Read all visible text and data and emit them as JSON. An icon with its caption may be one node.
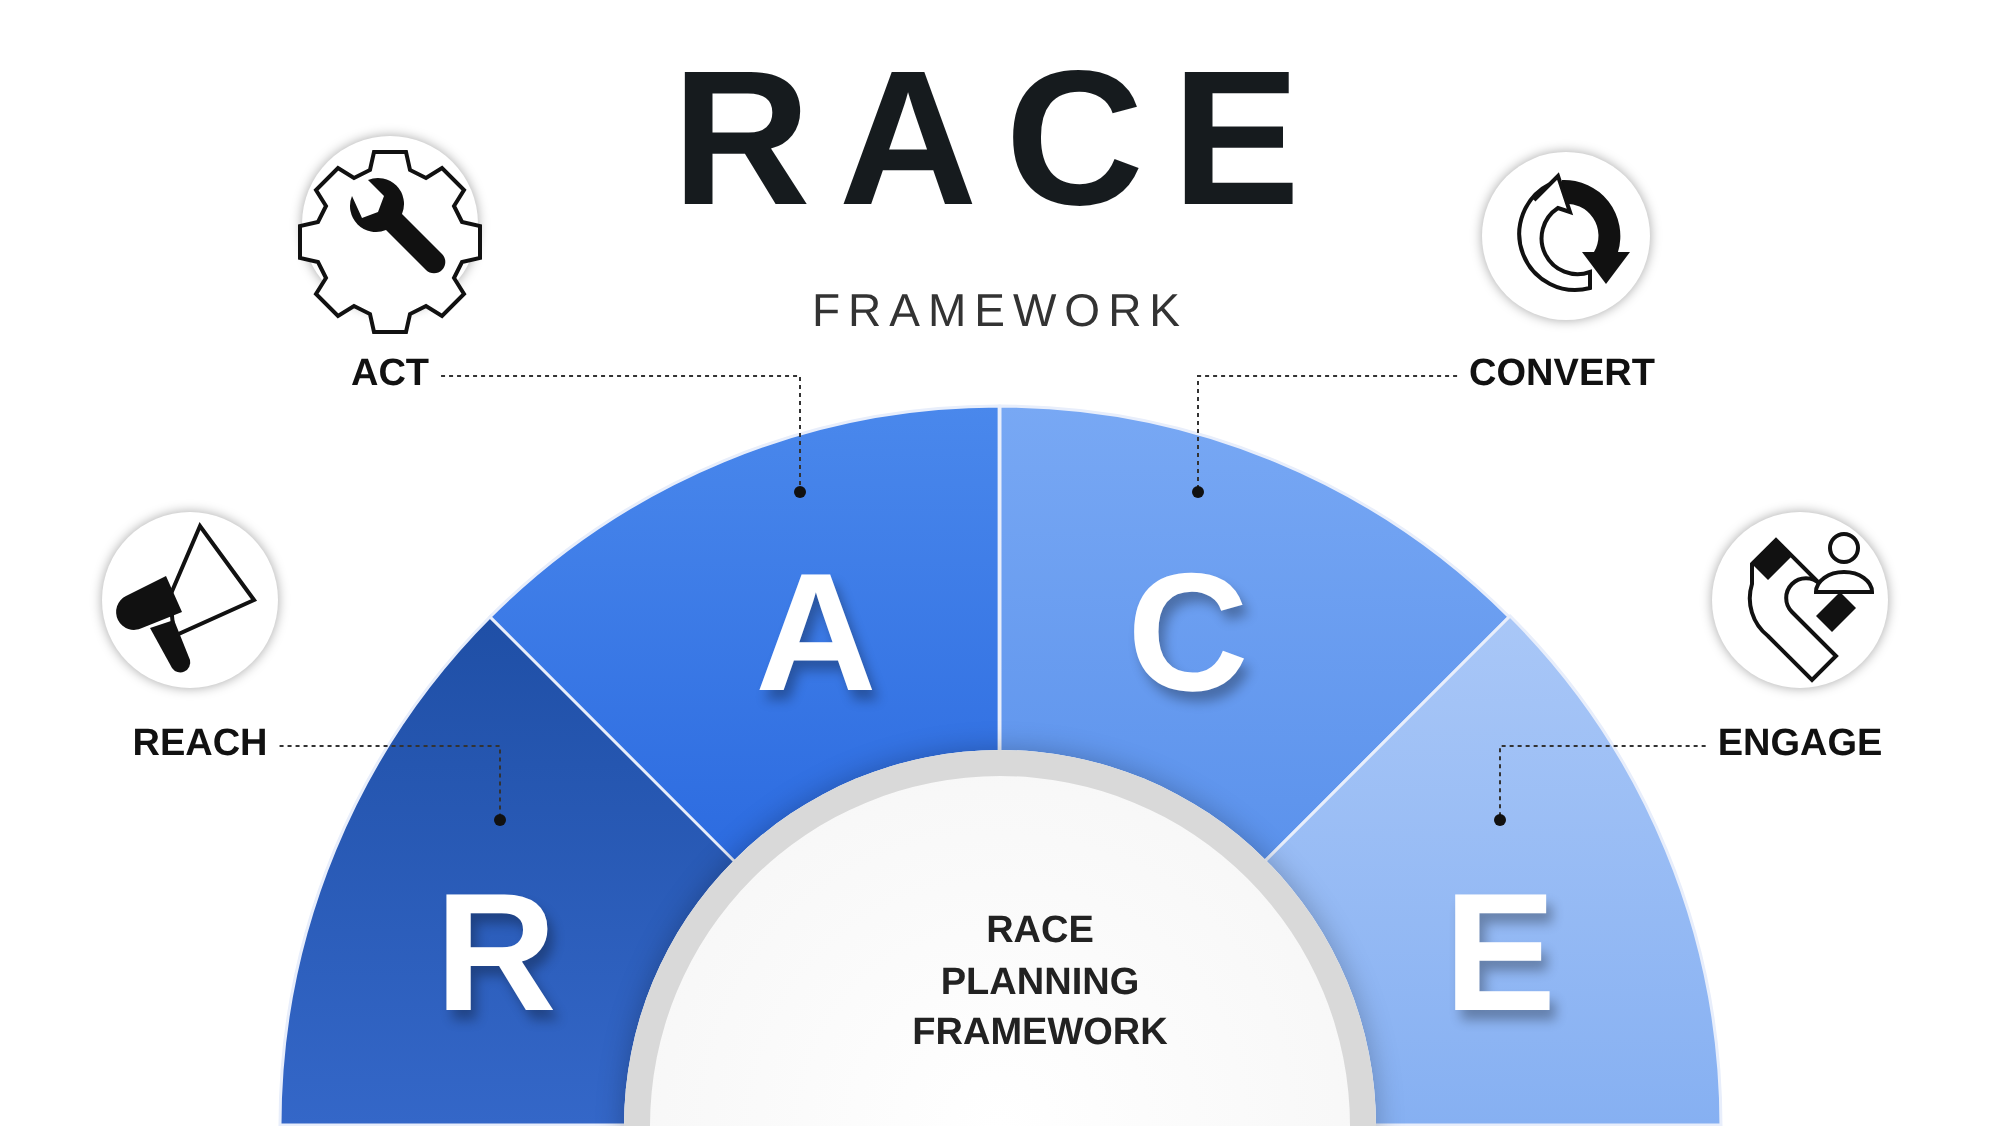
{
  "diagram": {
    "title": "RACE",
    "nodes": [
      {
        "text": [
          "ACT"
        ]
      },
      {
        "text": [
          "CONVERT"
        ]
      },
      {
        "text": [
          "REACH"
        ]
      },
      {
        "text": [
          "ENGAGE"
        ]
      },
      {
        "text": [
          "R"
        ]
      },
      {
        "text": [
          "A"
        ]
      },
      {
        "text": [
          "C"
        ]
      },
      {
        "text": [
          "E"
        ]
      },
      {
        "text": [
          "RACE PLANNING FRAMEWORK"
        ]
      }
    ],
    "edges": [
      {
        "from": 0,
        "to": 5,
        "arrow": "other",
        "style": "dashed"
      },
      {
        "from": 1,
        "to": 6,
        "arrow": "other",
        "style": "dashed"
      },
      {
        "from": 2,
        "to": 4,
        "arrow": "other",
        "style": "dashed"
      },
      {
        "from": 3,
        "to": 7,
        "arrow": "other",
        "style": "dashed"
      }
    ],
    "labels": [
      "FRAMEWORK"
    ]
  }
}
